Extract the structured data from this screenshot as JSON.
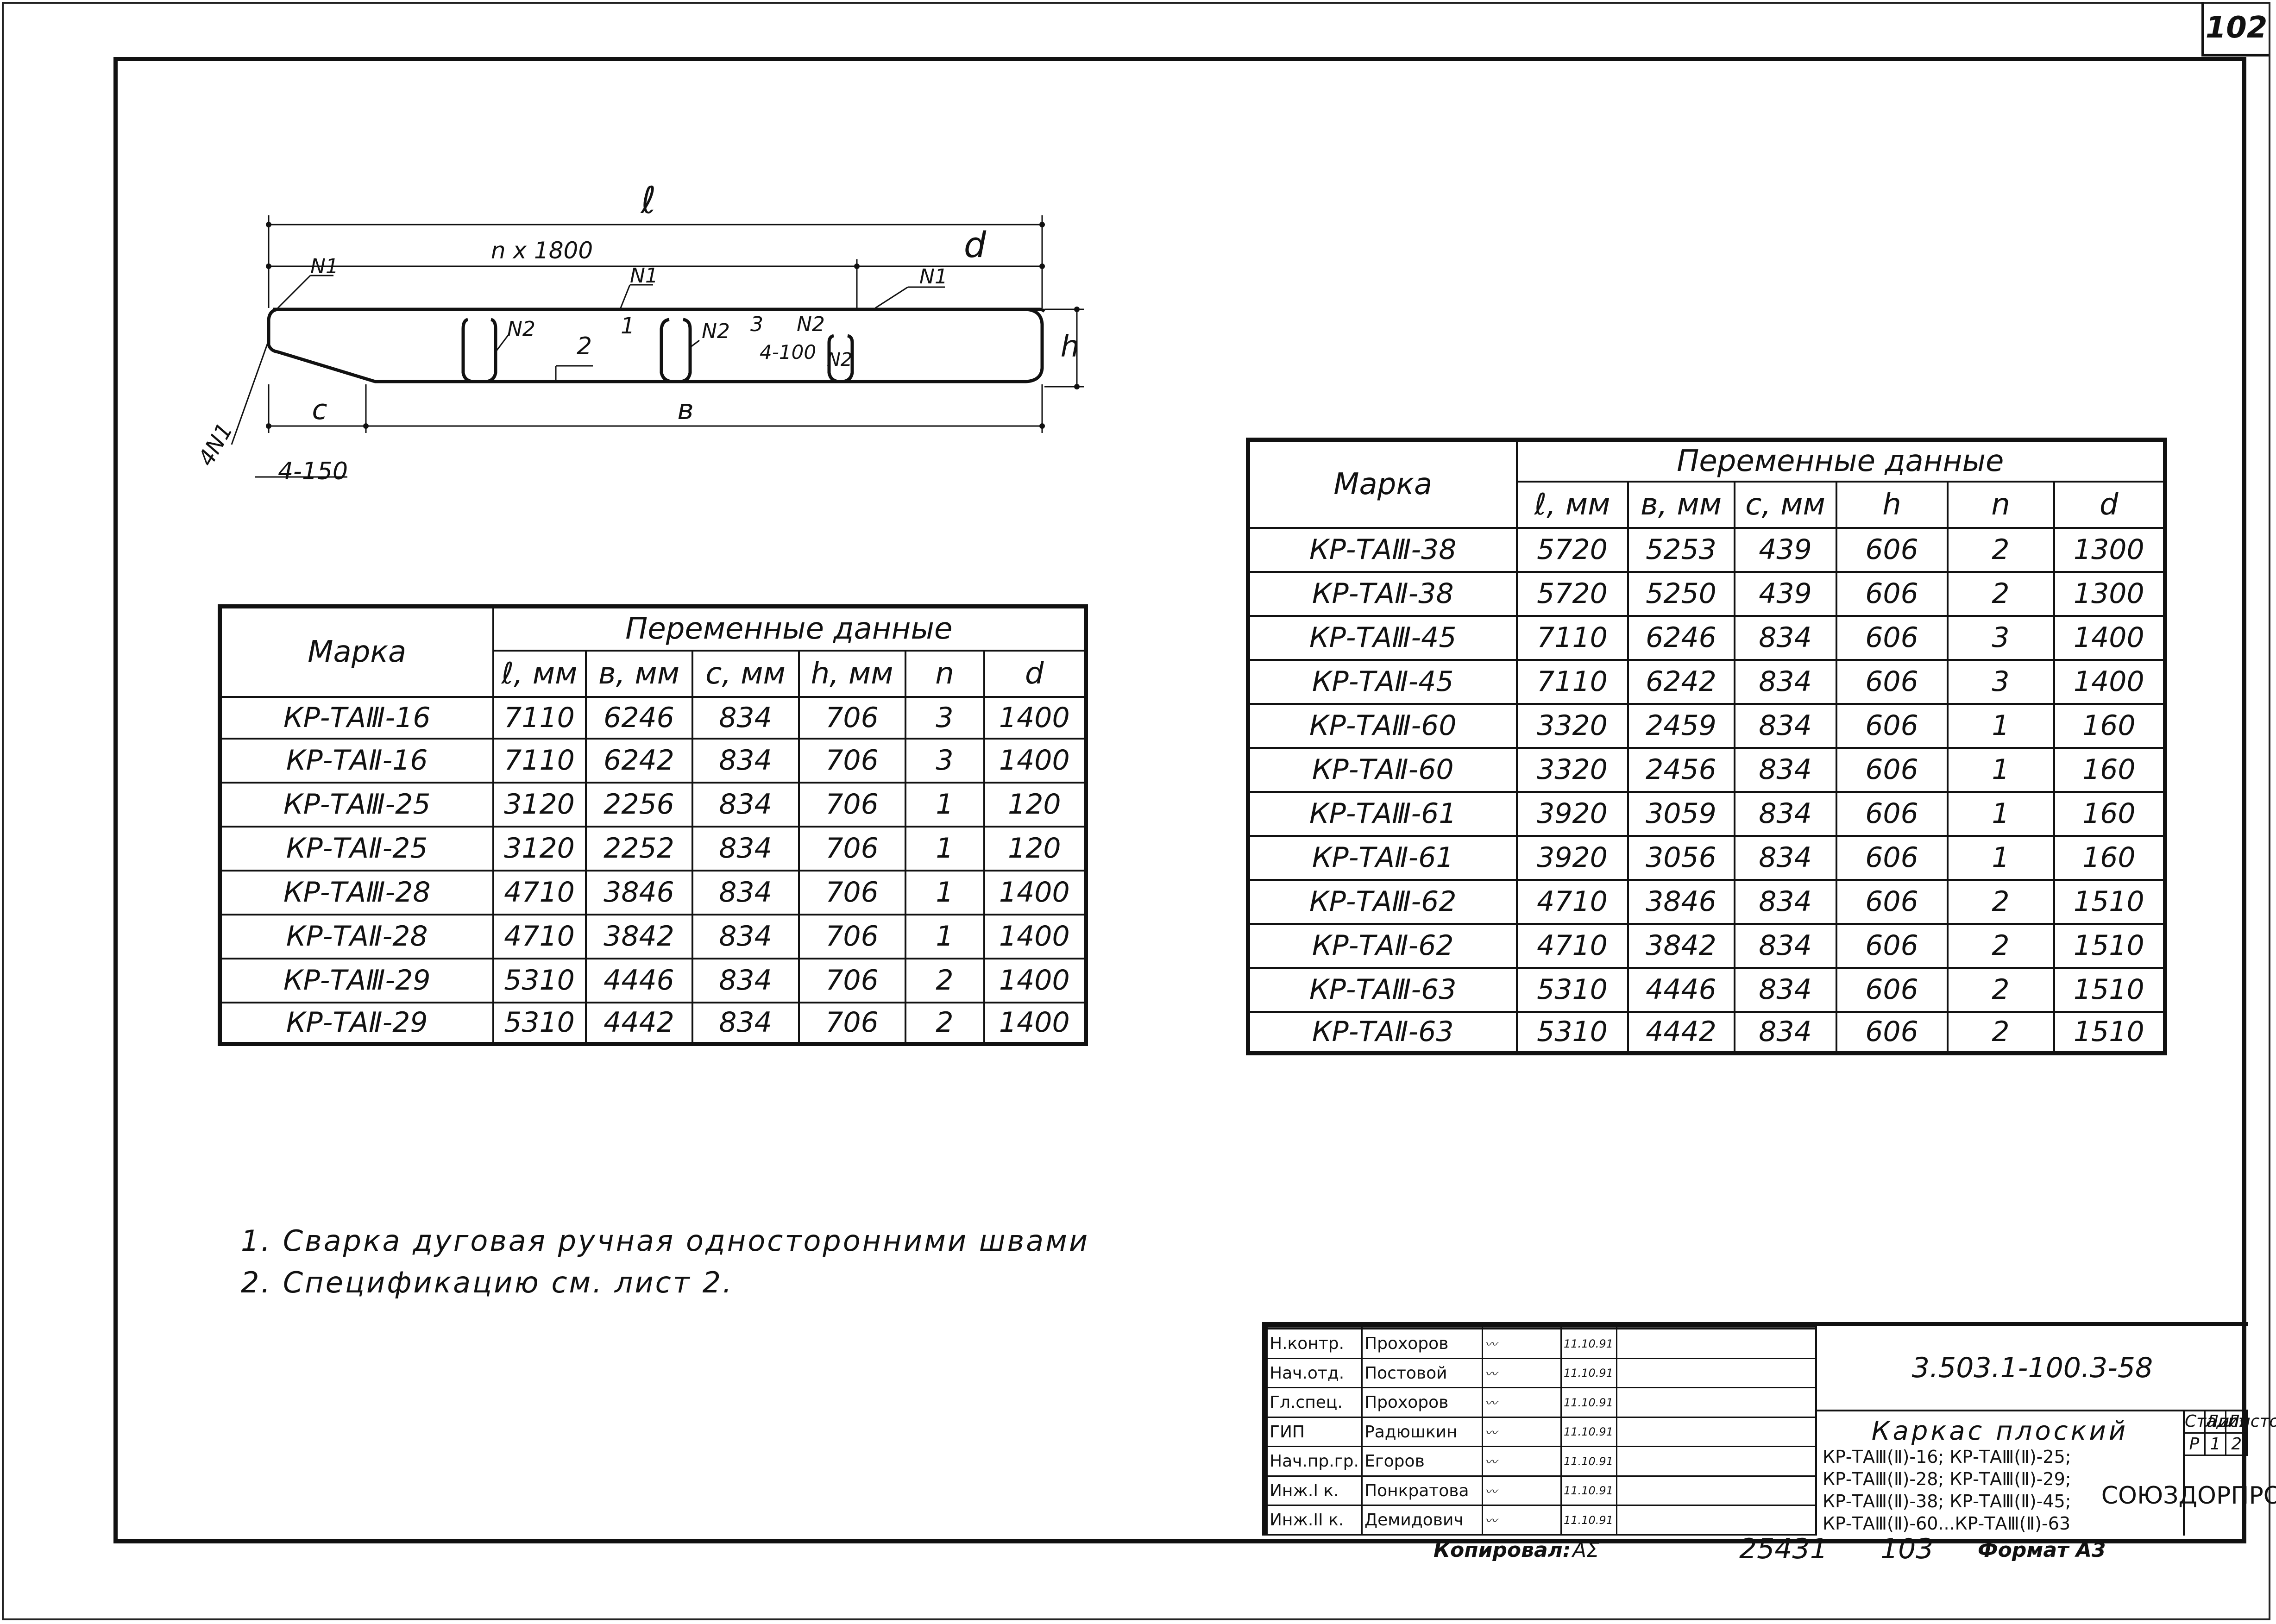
{
  "sheet_number": "102",
  "drawing": {
    "dim_l": "ℓ",
    "dim_n1800": "n x 1800",
    "dim_d": "d",
    "dim_h": "h",
    "dim_c": "c",
    "dim_b": "в",
    "label_n1_left": "N1",
    "label_n1_mid": "N1",
    "label_n1_right": "N1",
    "label_n2_a": "N2",
    "label_n2_b": "N2",
    "label_n2_c": "N2",
    "label_n2_d": "N2",
    "label_1": "1",
    "label_2": "2",
    "label_3": "3",
    "weld_100": "4-100",
    "weld_150": "4-150",
    "label_4n1": "4N1"
  },
  "table_left": {
    "header_mark": "Марка",
    "header_group": "Переменные данные",
    "columns": [
      "ℓ, мм",
      "в, мм",
      "c, мм",
      "h, мм",
      "n",
      "d"
    ],
    "rows": [
      [
        "КР-ТАⅢ-16",
        "7110",
        "6246",
        "834",
        "706",
        "3",
        "1400"
      ],
      [
        "КР-ТАⅡ-16",
        "7110",
        "6242",
        "834",
        "706",
        "3",
        "1400"
      ],
      [
        "КР-ТАⅢ-25",
        "3120",
        "2256",
        "834",
        "706",
        "1",
        "120"
      ],
      [
        "КР-ТАⅡ-25",
        "3120",
        "2252",
        "834",
        "706",
        "1",
        "120"
      ],
      [
        "КР-ТАⅢ-28",
        "4710",
        "3846",
        "834",
        "706",
        "1",
        "1400"
      ],
      [
        "КР-ТАⅡ-28",
        "4710",
        "3842",
        "834",
        "706",
        "1",
        "1400"
      ],
      [
        "КР-ТАⅢ-29",
        "5310",
        "4446",
        "834",
        "706",
        "2",
        "1400"
      ],
      [
        "КР-ТАⅡ-29",
        "5310",
        "4442",
        "834",
        "706",
        "2",
        "1400"
      ]
    ]
  },
  "table_right": {
    "header_mark": "Марка",
    "header_group": "Переменные данные",
    "columns": [
      "ℓ, мм",
      "в, мм",
      "c, мм",
      "h",
      "n",
      "d"
    ],
    "rows": [
      [
        "КР-ТАⅢ-38",
        "5720",
        "5253",
        "439",
        "606",
        "2",
        "1300"
      ],
      [
        "КР-ТАⅡ-38",
        "5720",
        "5250",
        "439",
        "606",
        "2",
        "1300"
      ],
      [
        "КР-ТАⅢ-45",
        "7110",
        "6246",
        "834",
        "606",
        "3",
        "1400"
      ],
      [
        "КР-ТАⅡ-45",
        "7110",
        "6242",
        "834",
        "606",
        "3",
        "1400"
      ],
      [
        "КР-ТАⅢ-60",
        "3320",
        "2459",
        "834",
        "606",
        "1",
        "160"
      ],
      [
        "КР-ТАⅡ-60",
        "3320",
        "2456",
        "834",
        "606",
        "1",
        "160"
      ],
      [
        "КР-ТАⅢ-61",
        "3920",
        "3059",
        "834",
        "606",
        "1",
        "160"
      ],
      [
        "КР-ТАⅡ-61",
        "3920",
        "3056",
        "834",
        "606",
        "1",
        "160"
      ],
      [
        "КР-ТАⅢ-62",
        "4710",
        "3846",
        "834",
        "606",
        "2",
        "1510"
      ],
      [
        "КР-ТАⅡ-62",
        "4710",
        "3842",
        "834",
        "606",
        "2",
        "1510"
      ],
      [
        "КР-ТАⅢ-63",
        "5310",
        "4446",
        "834",
        "606",
        "2",
        "1510"
      ],
      [
        "КР-ТАⅡ-63",
        "5310",
        "4442",
        "834",
        "606",
        "2",
        "1510"
      ]
    ]
  },
  "notes": [
    "1. Сварка дуговая ручная односторонними швами",
    "2. Спецификацию см. лист 2."
  ],
  "stamp": {
    "doc_code": "3.503.1-100.3-58",
    "title": "Каркас плоский",
    "title_lines": [
      "КР-ТАⅢ(Ⅱ)-16; КР-ТАⅢ(Ⅱ)-25;",
      "КР-ТАⅢ(Ⅱ)-28; КР-ТАⅢ(Ⅱ)-29;",
      "КР-ТАⅢ(Ⅱ)-38; КР-ТАⅢ(Ⅱ)-45;",
      "КР-ТАⅢ(Ⅱ)-60...КР-ТАⅢ(Ⅱ)-63"
    ],
    "signatures": [
      {
        "role": "Н.контр.",
        "name": "Прохоров",
        "date": "11.10.91"
      },
      {
        "role": "Нач.отд.",
        "name": "Постовой",
        "date": "11.10.91"
      },
      {
        "role": "Гл.спец.",
        "name": "Прохоров",
        "date": "11.10.91"
      },
      {
        "role": "ГИП",
        "name": "Радюшкин",
        "date": "11.10.91"
      },
      {
        "role": "Нач.пр.гр.",
        "name": "Егоров",
        "date": "11.10.91"
      },
      {
        "role": "Инж.I к.",
        "name": "Понкратова",
        "date": "11.10.91"
      },
      {
        "role": "Инж.II к.",
        "name": "Демидович",
        "date": "11.10.91"
      }
    ],
    "stage_header": "Стадия",
    "sheet_header": "Лист",
    "sheets_header": "Листов",
    "stage_value": "Р",
    "sheet_value": "1",
    "sheets_value": "2",
    "organization": "СОЮЗДОРПРОЕКТ",
    "copied": "Копировал:",
    "copied_sig": "AΣ",
    "inv_number": "25431",
    "inv_page": "103",
    "format": "Формат А3"
  }
}
